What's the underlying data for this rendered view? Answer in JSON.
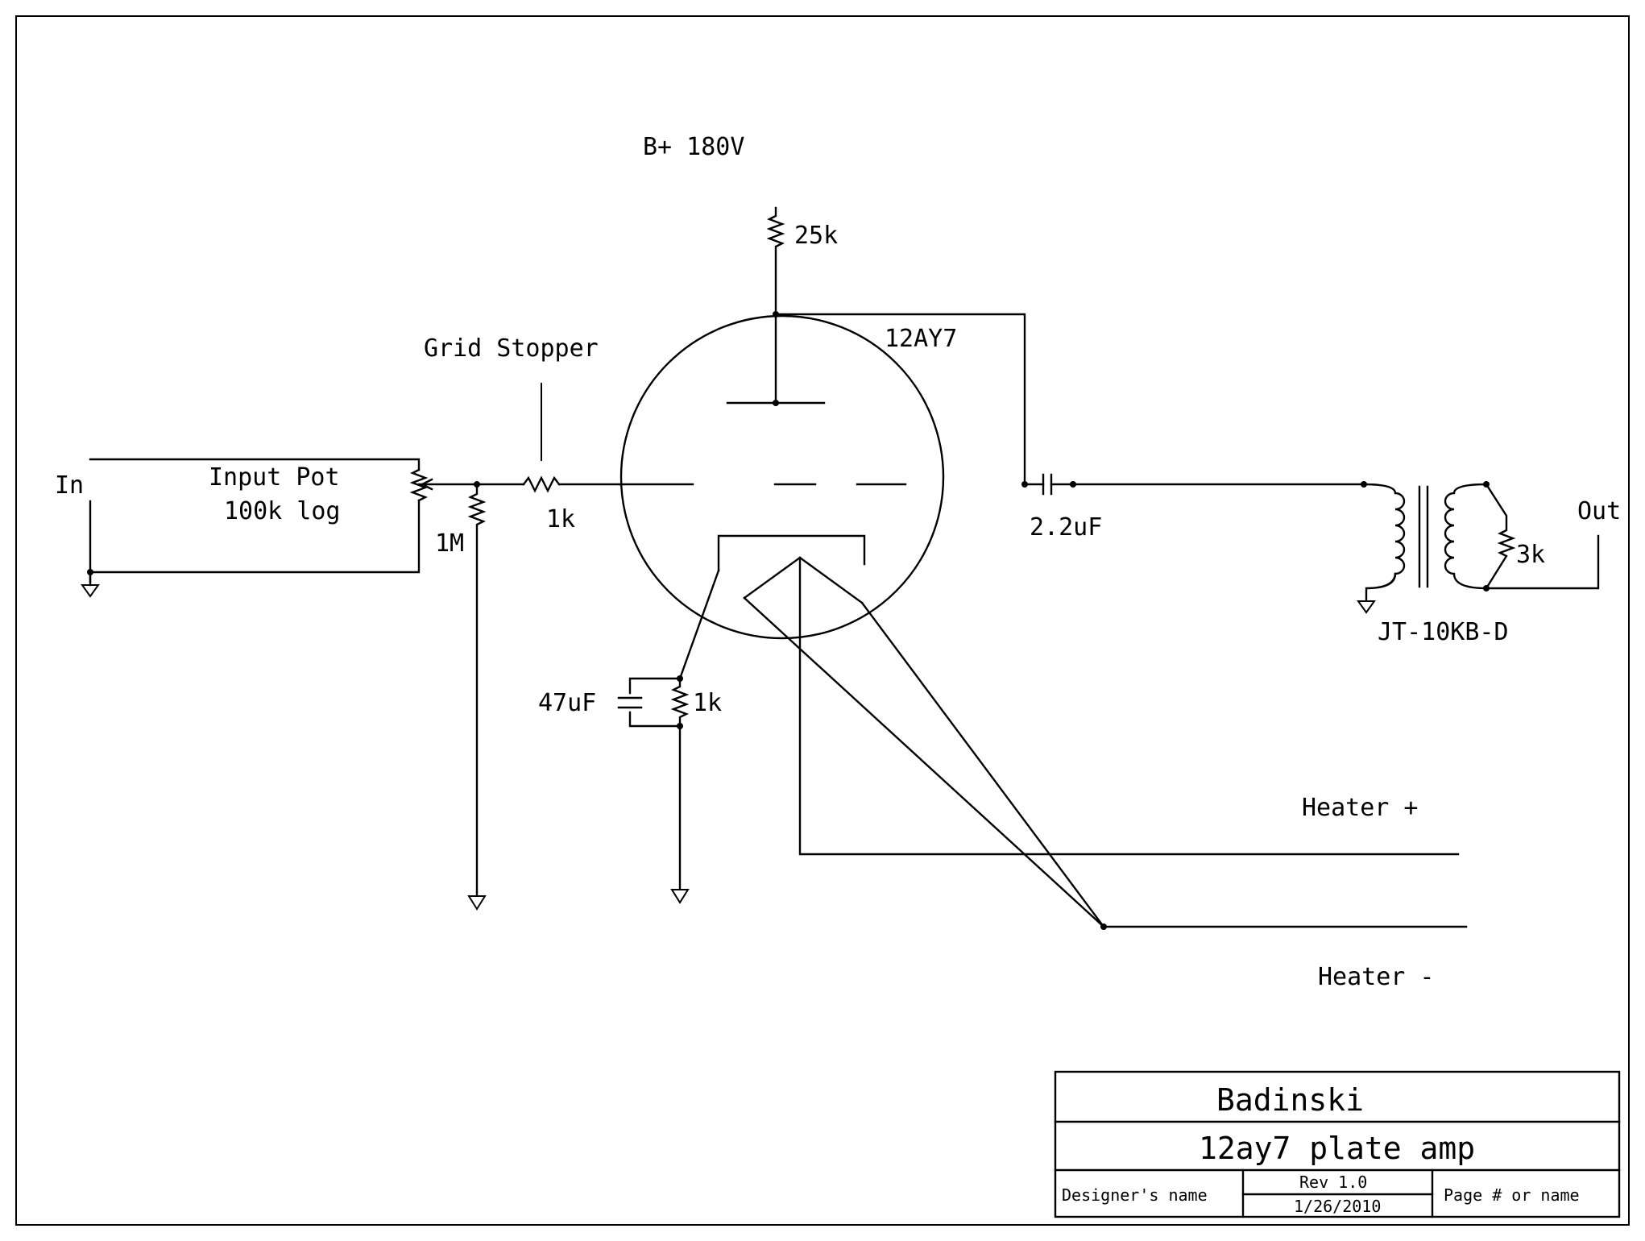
{
  "labels": {
    "b_plus": "B+ 180V",
    "plate_resistor": "25k",
    "tube": "12AY7",
    "grid_stopper_title": "Grid Stopper",
    "input": "In",
    "input_pot_line1": "Input Pot",
    "input_pot_line2": "100k log",
    "grid_stopper_value": "1k",
    "grid_leak": "1M",
    "coupling_cap": "2.2uF",
    "output": "Out",
    "load_resistor": "3k",
    "transformer": "JT-10KB-D",
    "cathode_cap": "47uF",
    "cathode_resistor": "1k",
    "heater_plus": "Heater +",
    "heater_minus": "Heater -"
  },
  "title_block": {
    "company": "Badinski",
    "title": "12ay7 plate amp",
    "designer": "Designer's name",
    "rev": "Rev 1.0",
    "date": "1/26/2010",
    "page": "Page # or name"
  }
}
